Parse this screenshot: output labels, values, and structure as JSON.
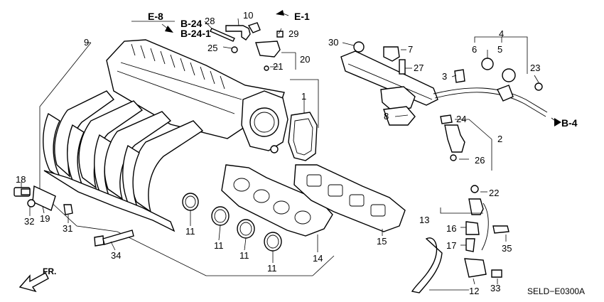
{
  "diagram": {
    "catalog_code": "SELD−E0300A",
    "front_label": "FR.",
    "references": {
      "e8": "E-8",
      "b24": "B-24",
      "b241": "B-24-1",
      "e1": "E-1",
      "b4": "B-4"
    },
    "part_numbers": {
      "p1": "1",
      "p2": "2",
      "p3": "3",
      "p4": "4",
      "p5": "5",
      "p6": "6",
      "p7": "7",
      "p8": "8",
      "p9": "9",
      "p10": "10",
      "p11a": "11",
      "p11b": "11",
      "p11c": "11",
      "p11d": "11",
      "p12": "12",
      "p13": "13",
      "p14": "14",
      "p15": "15",
      "p16": "16",
      "p17": "17",
      "p18": "18",
      "p19": "19",
      "p20": "20",
      "p21": "21",
      "p22": "22",
      "p23": "23",
      "p24": "24",
      "p25": "25",
      "p26": "26",
      "p27": "27",
      "p28": "28",
      "p29": "29",
      "p30": "30",
      "p31": "31",
      "p32": "32",
      "p33": "33",
      "p34": "34",
      "p35": "35"
    }
  }
}
